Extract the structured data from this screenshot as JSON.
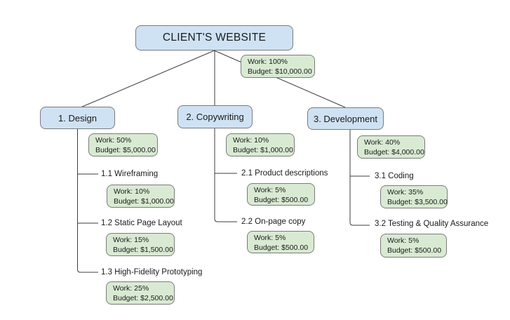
{
  "diagram": {
    "title": "CLIENT'S WEBSITE",
    "root": {
      "label": "CLIENT'S WEBSITE",
      "stats": {
        "work": "Work: 100%",
        "budget": "Budget: $10,000.00"
      }
    },
    "branches": [
      {
        "label": "1. Design",
        "stats": {
          "work": "Work: 50%",
          "budget": "Budget: $5,000.00"
        },
        "children": [
          {
            "label": "1.1 Wireframing",
            "stats": {
              "work": "Work: 10%",
              "budget": "Budget: $1,000.00"
            }
          },
          {
            "label": "1.2 Static Page Layout",
            "stats": {
              "work": "Work: 15%",
              "budget": "Budget: $1,500.00"
            }
          },
          {
            "label": "1.3 High-Fidelity Prototyping",
            "stats": {
              "work": "Work: 25%",
              "budget": "Budget: $2,500.00"
            }
          }
        ]
      },
      {
        "label": "2. Copywriting",
        "stats": {
          "work": "Work: 10%",
          "budget": "Budget: $1,000.00"
        },
        "children": [
          {
            "label": "2.1 Product descriptions",
            "stats": {
              "work": "Work: 5%",
              "budget": "Budget: $500.00"
            }
          },
          {
            "label": "2.2 On-page copy",
            "stats": {
              "work": "Work: 5%",
              "budget": "Budget: $500.00"
            }
          }
        ]
      },
      {
        "label": "3. Development",
        "stats": {
          "work": "Work: 40%",
          "budget": "Budget: $4,000.00"
        },
        "children": [
          {
            "label": "3.1 Coding",
            "stats": {
              "work": "Work: 35%",
              "budget": "Budget: $3,500.00"
            }
          },
          {
            "label": "3.2 Testing & Quality Assurance",
            "stats": {
              "work": "Work: 5%",
              "budget": "Budget: $500.00"
            }
          }
        ]
      }
    ]
  },
  "colors": {
    "background": "#ffffff",
    "category_fill": "#cfe2f3",
    "stat_fill": "#d9ead3",
    "box_border": "#7b7b7b",
    "connector": "#3c3c3c",
    "text": "#1a1a1a"
  }
}
